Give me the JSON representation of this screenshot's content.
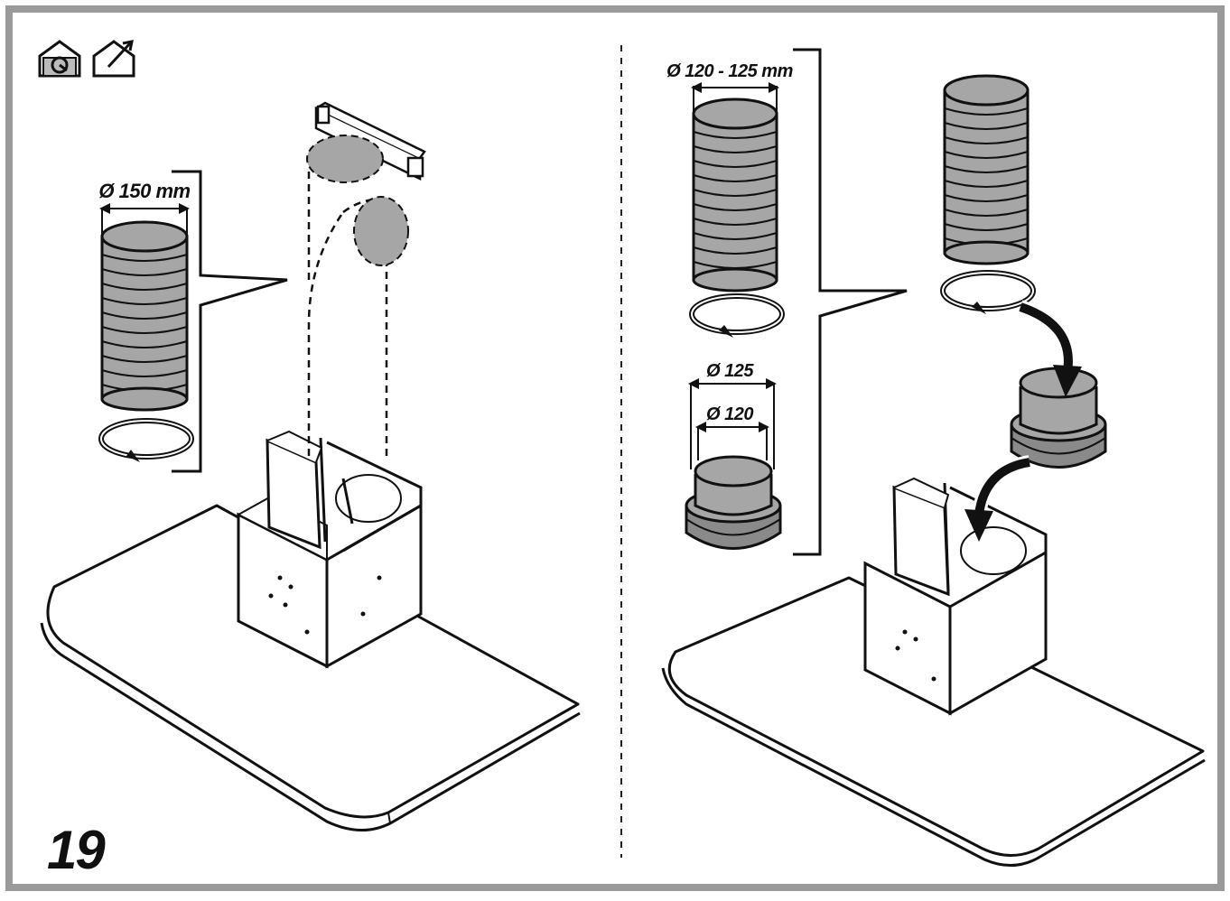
{
  "step_number": "19",
  "icons": [
    "recirculation-house-icon",
    "ducting-house-icon"
  ],
  "left_panel": {
    "duct_diameter_label": "Ø 150 mm"
  },
  "right_panel": {
    "duct_diameter_label": "Ø 120 - 125 mm",
    "adapter_outer_label": "Ø 125",
    "adapter_inner_label": "Ø 120"
  },
  "colors": {
    "frame": "#9a9a9a",
    "duct_fill": "#a6a6a6",
    "line": "#1a1a1a"
  }
}
